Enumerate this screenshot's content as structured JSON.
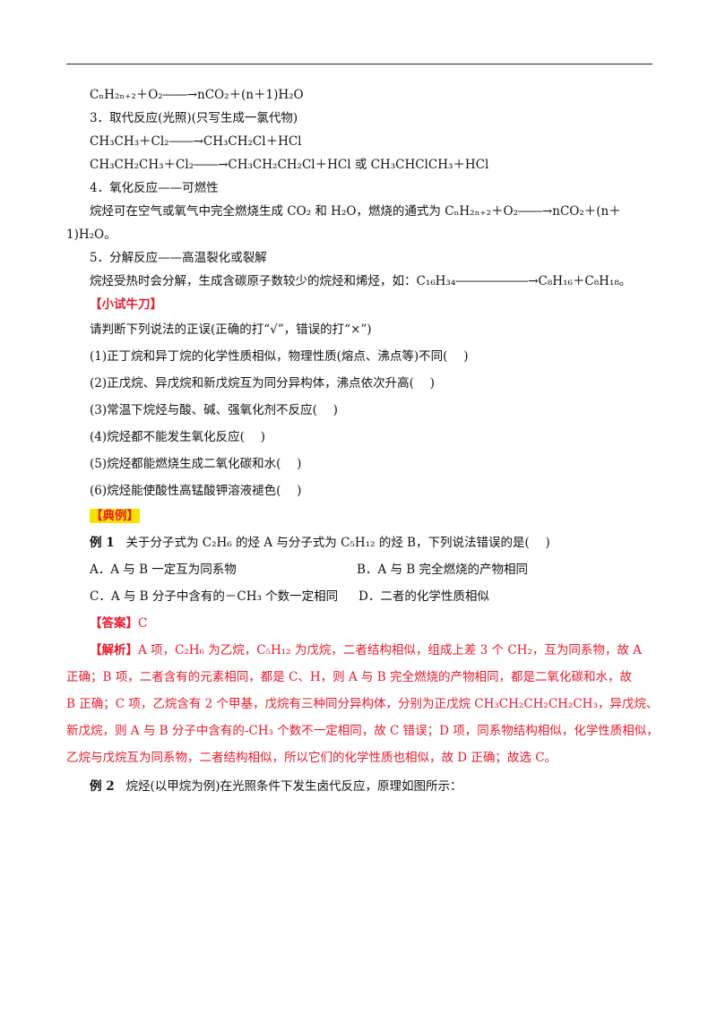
{
  "lines": {
    "l01": "CₙH₂ₙ₊₂＋O₂――→nCO₂＋(n＋1)H₂O",
    "l02": "3．取代反应(光照)(只写生成一氯代物)",
    "l03": "CH₃CH₃＋Cl₂――→CH₃CH₂Cl＋HCl",
    "l04": "CH₃CH₂CH₃＋Cl₂――→CH₃CH₂CH₂Cl＋HCl 或 CH₃CHClCH₃＋HCl",
    "l05": "4．氧化反应——可燃性",
    "l06": "烷烃可在空气或氧气中完全燃烧生成 CO₂ 和 H₂O，燃烧的通式为 CₙH₂ₙ₊₂＋O₂――→nCO₂＋(n＋",
    "l07": "1)H₂O。",
    "l08": "5．分解反应——高温裂化或裂解",
    "l09": "烷烃受热时会分解，生成含碳原子数较少的烷烃和烯烃，如：C₁₆H₃₄――――――→C₈H₁₆＋C₈H₁₈。",
    "l10": "【小试牛刀】",
    "l11": "请判断下列说法的正误(正确的打“√”，错误的打“×”)",
    "l12": "(1)正丁烷和异丁烷的化学性质相似，物理性质(熔点、沸点等)不同(　 )",
    "l13": "(2)正戊烷、异戊烷和新戊烷互为同分异构体，沸点依次升高(　 )",
    "l14": "(3)常温下烷烃与酸、碱、强氧化剂不反应(　 )",
    "l15": "(4)烷烃都不能发生氧化反应(　 )",
    "l16": "(5)烷烃都能燃烧生成二氧化碳和水(　 )",
    "l17": "(6)烷烃能使酸性高锰酸钾溶液褪色(　 )",
    "l18": "【典例】",
    "l19_label": "例 1",
    "l19": "关于分子式为 C₂H₆ 的烃 A 与分子式为 C₅H₁₂ 的烃 B，下列说法错误的是(　 )",
    "l20a": "A．A 与 B 一定互为同系物",
    "l20b": "B．A 与 B 完全燃烧的产物相同",
    "l21a": "C．A 与 B 分子中含有的－CH₃ 个数一定相同",
    "l21b": "D．二者的化学性质相似",
    "l22_label": "【答案】",
    "l22": "C",
    "l23_label": "【解析】",
    "l23": "A 项，C₂H₆ 为乙烷，C₅H₁₂ 为戊烷，二者结构相似，组成上差 3 个 CH₂，互为同系物，故 A",
    "l24": "正确；B 项，二者含有的元素相同，都是 C、H，则 A 与 B 完全燃烧的产物相同，都是二氧化碳和水，故",
    "l25": "B 正确；C 项，乙烷含有 2 个甲基，戊烷有三种同分异构体，分别为正戊烷 CH₃CH₂CH₂CH₂CH₃，异戊烷、",
    "l26": "新戊烷，则 A 与 B 分子中含有的-CH₃ 个数不一定相同，故 C 错误；D 项，同系物结构相似，化学性质相似，",
    "l27": "乙烷与戊烷互为同系物，二者结构相似，所以它们的化学性质也相似，故 D 正确；故选 C。",
    "l28_label": "例 2",
    "l28": "烷烃(以甲烷为例)在光照条件下发生卤代反应，原理如图所示："
  },
  "colors": {
    "answer": "#e8192c",
    "highlight": "#f5e400",
    "text": "#111111"
  }
}
